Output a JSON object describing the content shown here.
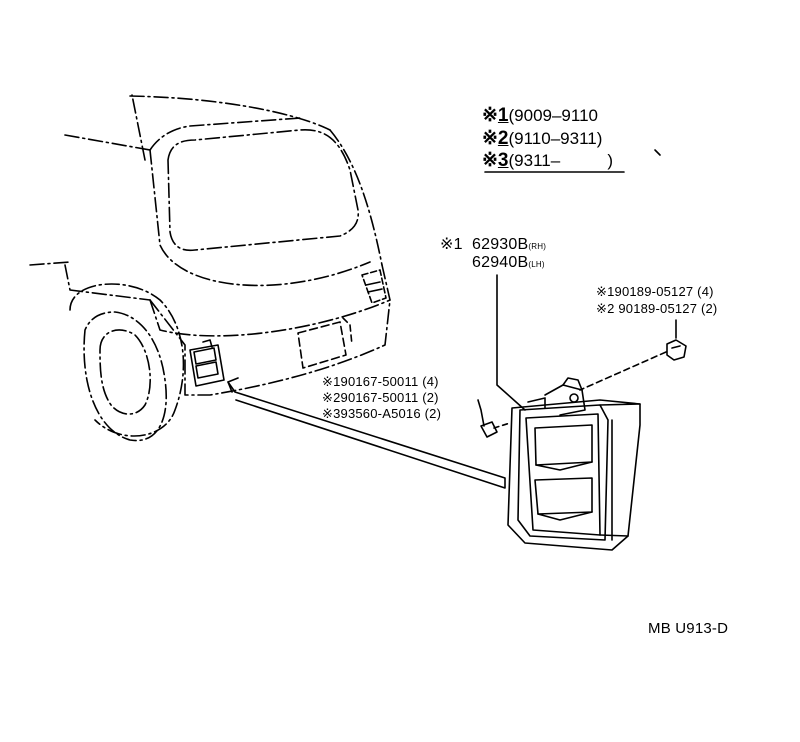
{
  "legend": [
    {
      "mark": "※",
      "num": "1",
      "range": "(9009–9110"
    },
    {
      "mark": "※",
      "num": "2",
      "range": "(9110–9311)"
    },
    {
      "mark": "※",
      "num": "3",
      "range": "(9311–          )"
    }
  ],
  "lamp": {
    "line1_prefix": "※1  ",
    "rh_part": "62930B",
    "rh_suffix": "(RH)",
    "lh_part": "62940B",
    "lh_suffix": "(LH)"
  },
  "screws_right": [
    "※190189-05127 (4)",
    "※2 90189-05127 (2)"
  ],
  "screws_left": [
    "※190167-50011 (4)",
    "※290167-50011 (2)",
    "※393560-A5016 (2)"
  ],
  "figure_code": "MB U913-D"
}
